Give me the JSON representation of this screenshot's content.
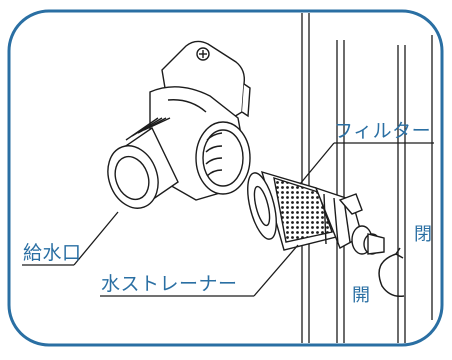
{
  "labels": {
    "filter": "フィルター",
    "water_inlet": "給水口",
    "water_strainer": "水ストレーナー",
    "close": "閉",
    "open": "開"
  },
  "colors": {
    "frame": "#2a6fa3",
    "line": "#1c1c1c",
    "label": "#2a6fa3",
    "background": "#ffffff"
  }
}
